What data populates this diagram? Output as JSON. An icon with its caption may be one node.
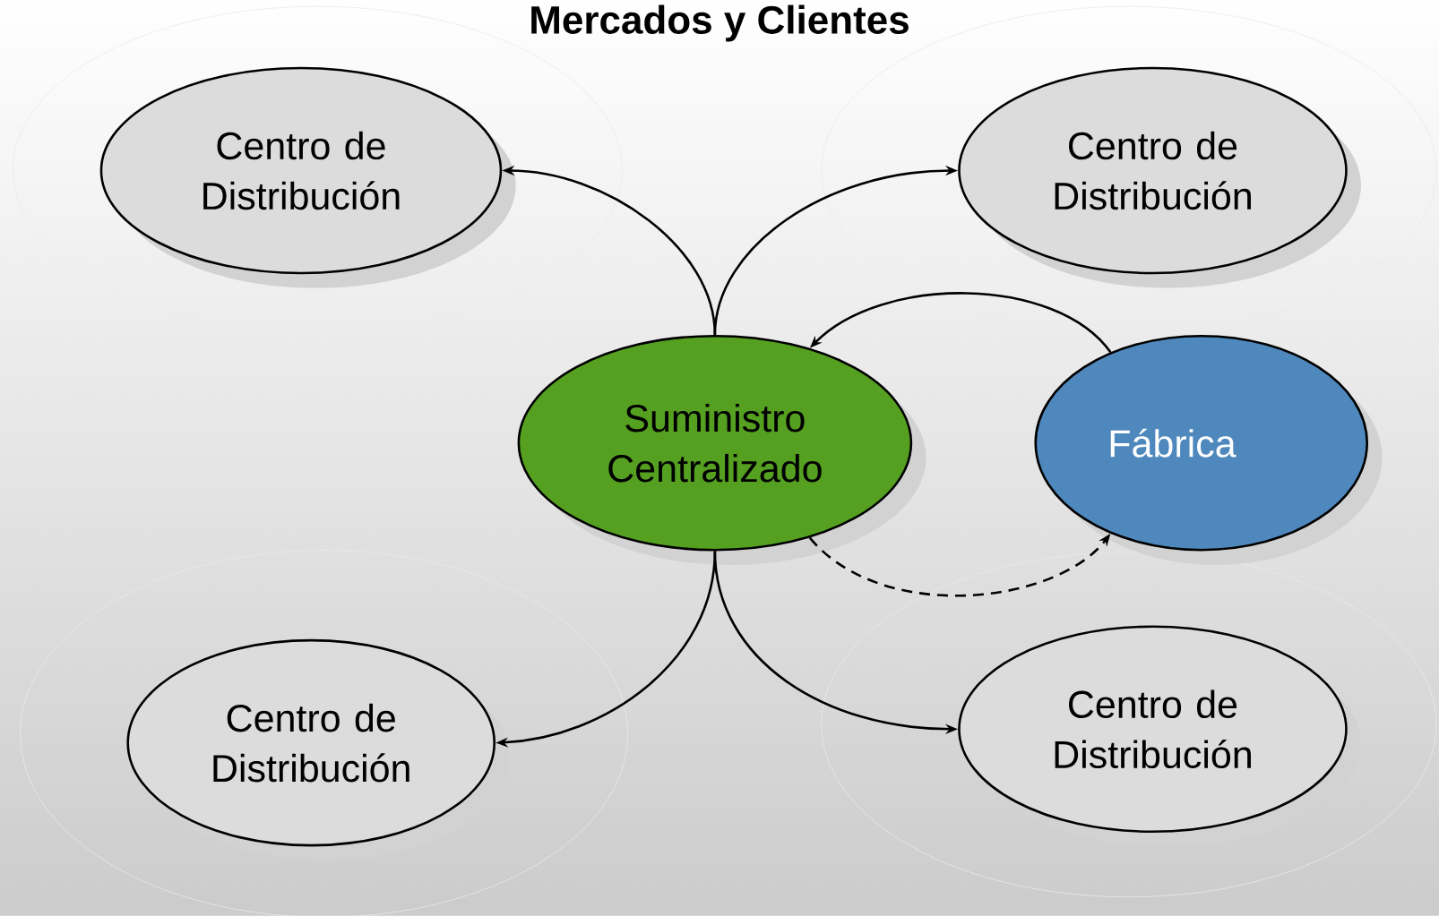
{
  "diagram": {
    "title": "Mercados y Clientes",
    "nodes": [
      {
        "text": [
          "Centro de Distribución"
        ]
      },
      {
        "text": [
          "Centro de Distribución"
        ]
      },
      {
        "text": [
          "Suministro Centralizado"
        ]
      },
      {
        "text": [
          "Fábrica"
        ]
      },
      {
        "text": [
          "Centro de Distribución"
        ]
      },
      {
        "text": [
          "Centro de Distribución"
        ]
      }
    ],
    "edges": [
      {
        "from": 2,
        "to": 0,
        "arrow": "to"
      },
      {
        "from": 2,
        "to": 1,
        "arrow": "to"
      },
      {
        "from": 3,
        "to": 2,
        "arrow": "to"
      },
      {
        "from": 2,
        "to": 3,
        "arrow": "to",
        "style": "dashed"
      },
      {
        "from": 2,
        "to": 4,
        "arrow": "to"
      },
      {
        "from": 2,
        "to": 5,
        "arrow": "to"
      }
    ]
  }
}
